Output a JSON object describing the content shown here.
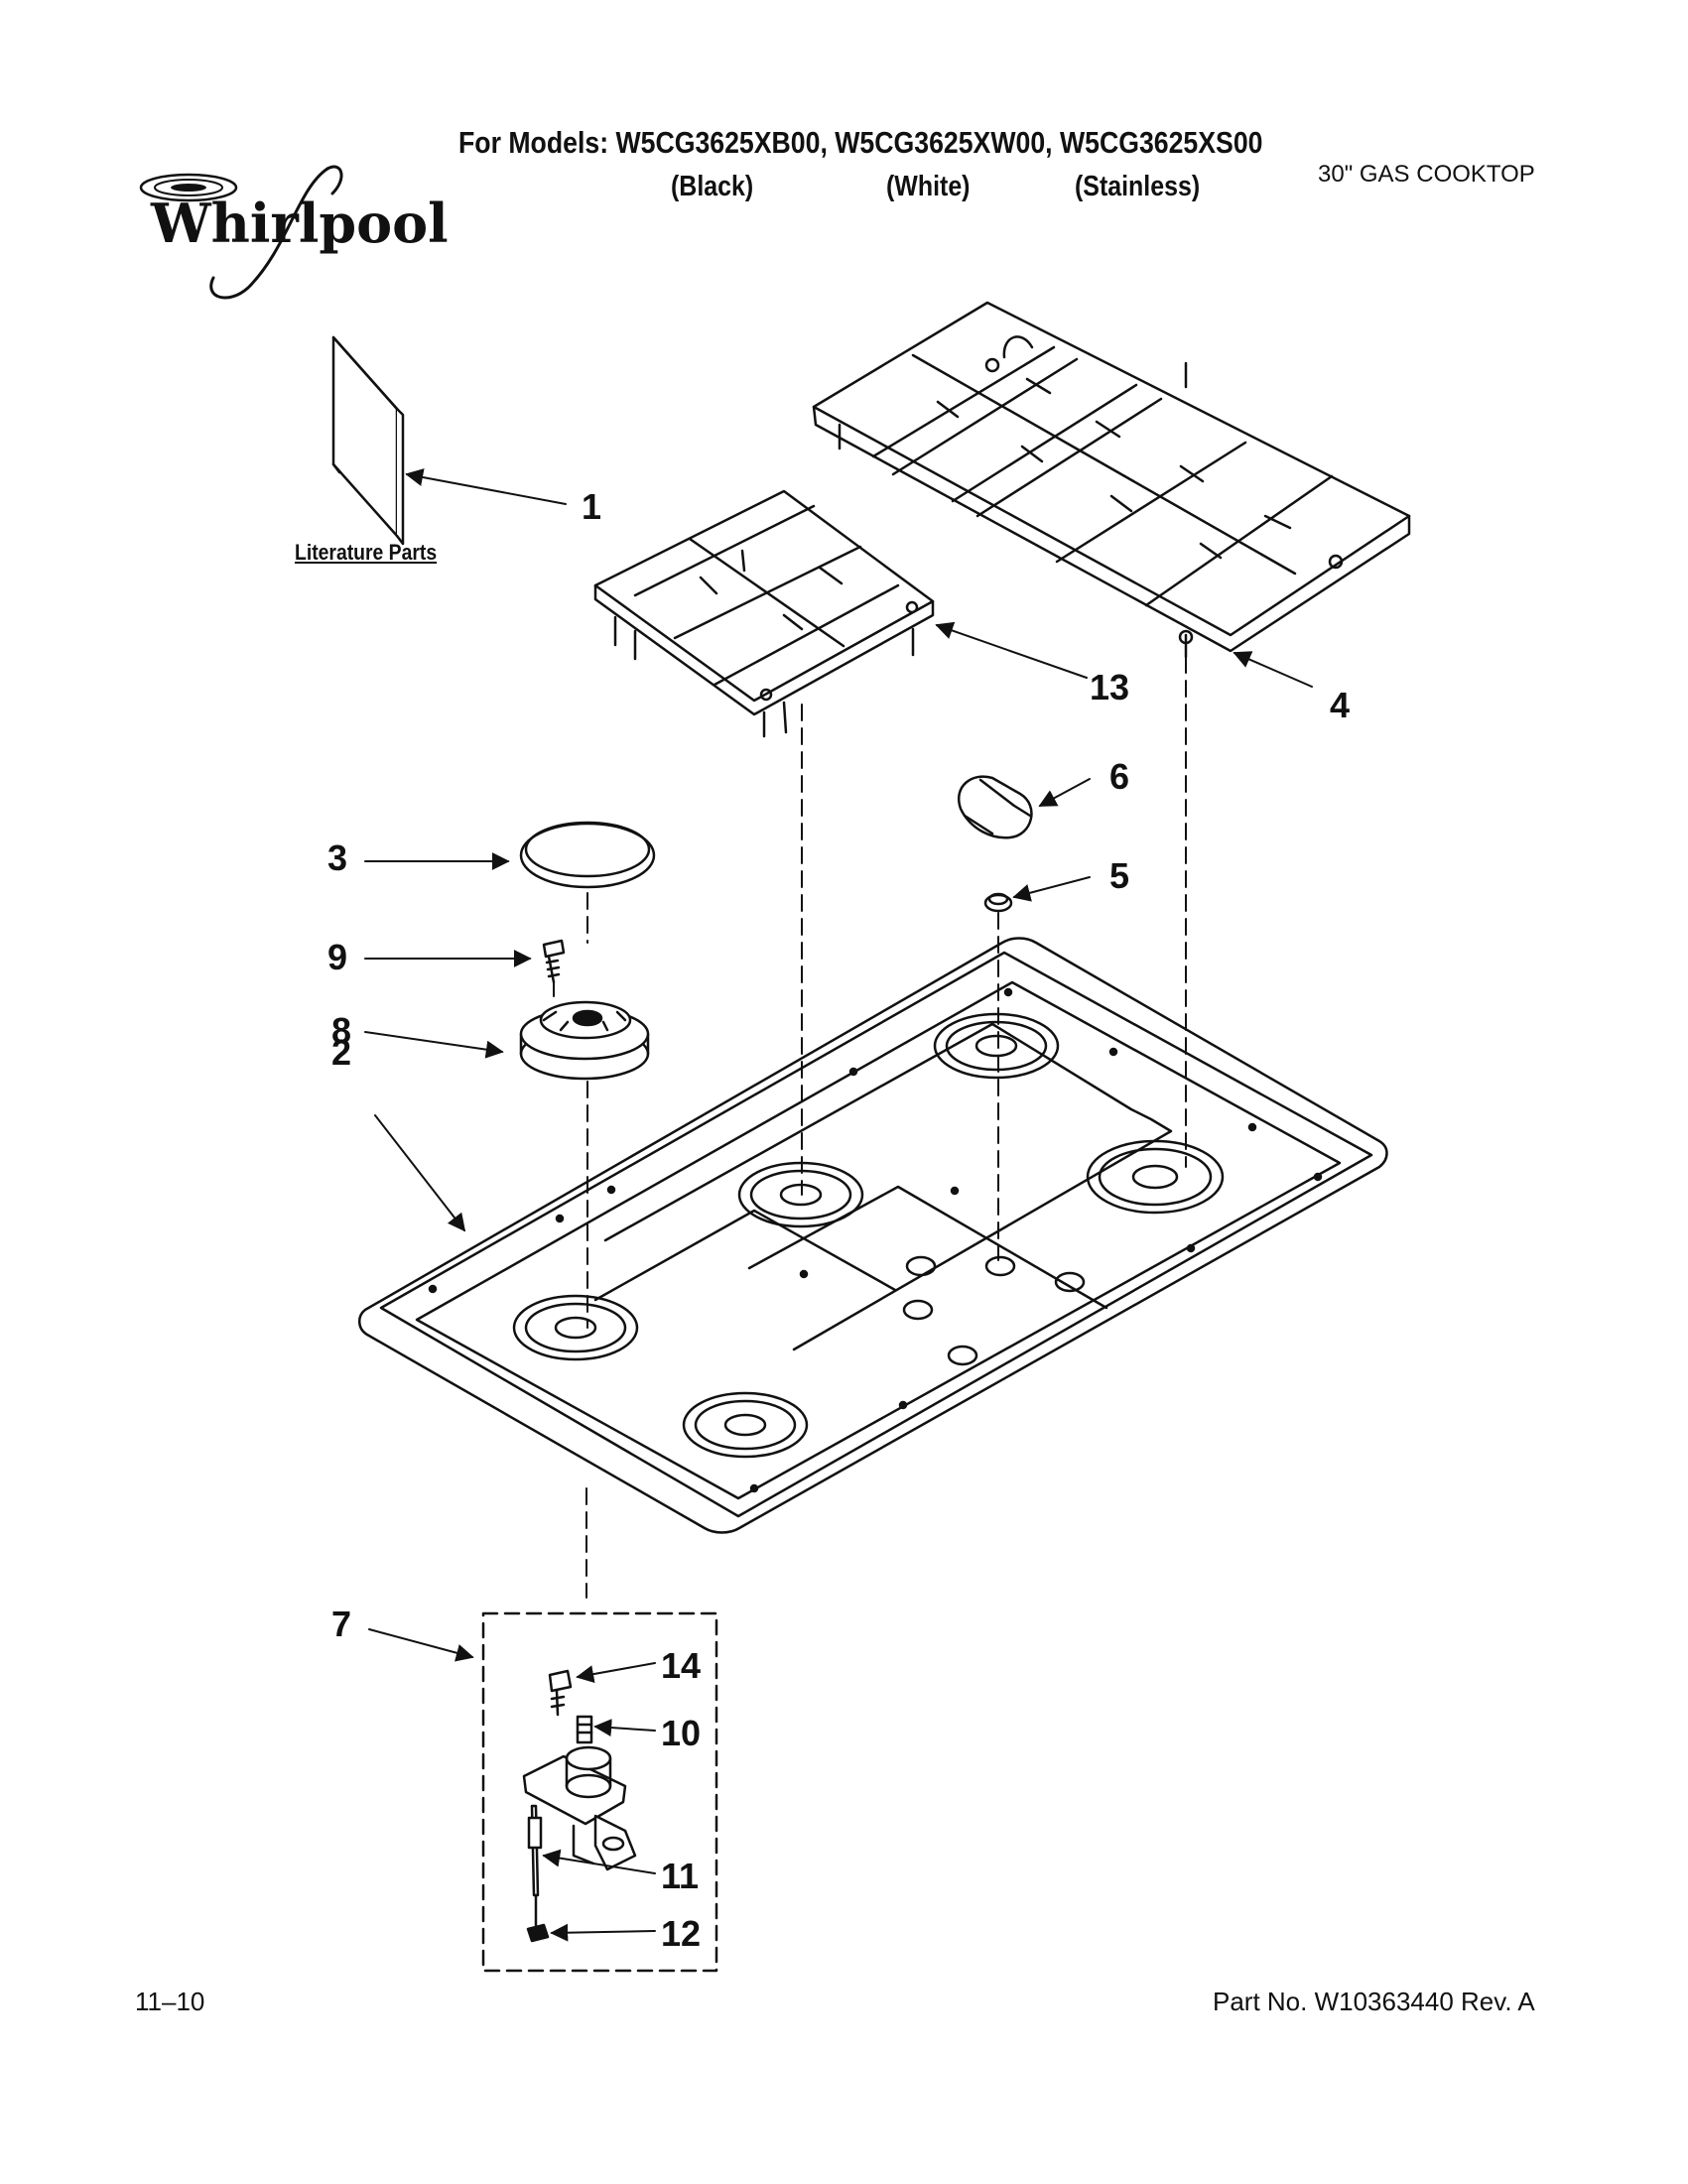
{
  "header": {
    "models_line": "For Models: W5CG3625XB00, W5CG3625XW00, W5CG3625XS00",
    "color_black": "(Black)",
    "color_white": "(White)",
    "color_stainless": "(Stainless)",
    "product_title": "30\" GAS COOKTOP"
  },
  "brand": {
    "logo_text": "Whirlpool"
  },
  "literature_label": "Literature Parts",
  "callouts": [
    "1",
    "2",
    "3",
    "4",
    "5",
    "6",
    "7",
    "8",
    "9",
    "10",
    "11",
    "12",
    "13",
    "14"
  ],
  "footer": {
    "date_code": "11–10",
    "part_number": "Part No. W10363440 Rev. A"
  }
}
